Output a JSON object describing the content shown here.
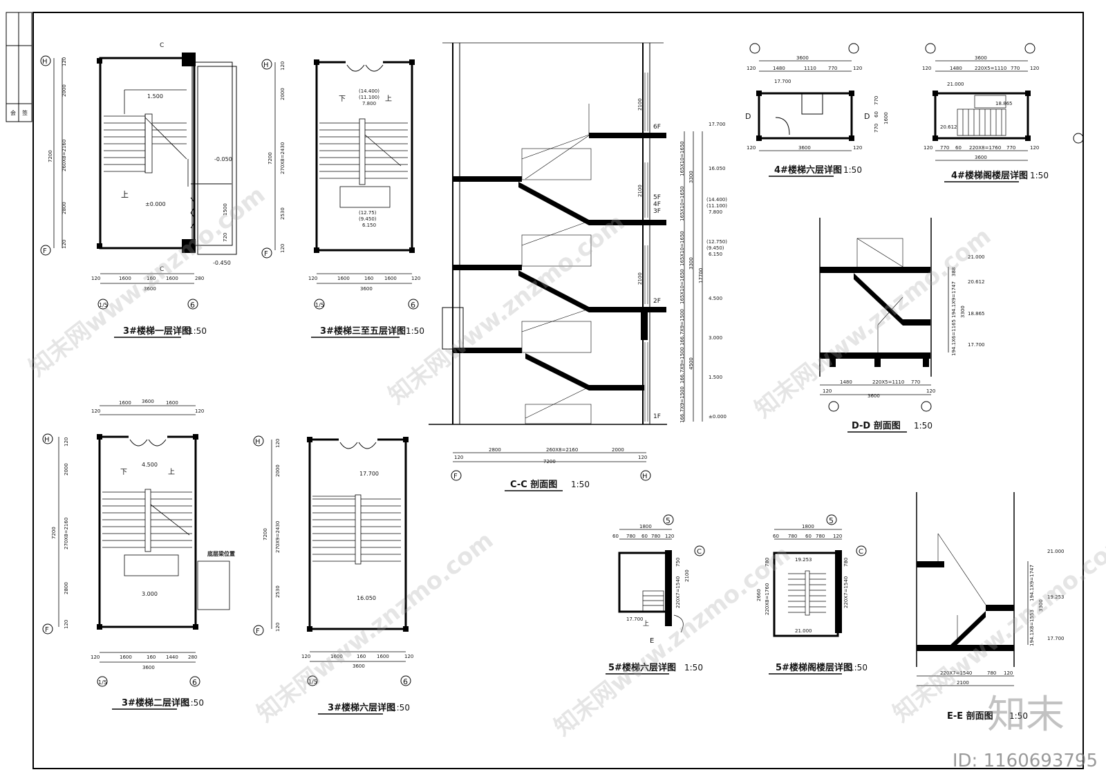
{
  "titles": {
    "t1": "3#楼梯一层详图",
    "t1s": "1:50",
    "t2": "3#楼梯三至五层详图",
    "t2s": "1:50",
    "t3": "3#楼梯二层详图",
    "t3s": "1:50",
    "t4": "3#楼梯六层详图",
    "t4s": "1:50",
    "t5": "C-C 剖面图",
    "t5s": "1:50",
    "t6": "4#楼梯六层详图",
    "t6s": "1:50",
    "t7": "4#楼梯阁楼层详图",
    "t7s": "1:50",
    "t8": "D-D 剖面图",
    "t8s": "1:50",
    "t9": "5#楼梯六层详图",
    "t9s": "1:50",
    "t10": "5#楼梯阁楼层详图",
    "t10s": "1:50",
    "t11": "E-E 剖面图",
    "t11s": "1:50"
  },
  "axes": {
    "H": "H",
    "F": "F",
    "C": "C",
    "D": "D",
    "E": "E",
    "a15": "1/5",
    "a6": "6",
    "a5": "5"
  },
  "plan1": {
    "dims_left": [
      "120",
      "2000",
      "260X8=2160",
      "2800",
      "120",
      "7200"
    ],
    "dims_bottom": [
      "120",
      "1600",
      "160",
      "1600",
      "280",
      "3600"
    ],
    "dims_door": [
      "1500",
      "720"
    ],
    "levels": [
      "1.500",
      "-0.050",
      "±0.000",
      "-0.450"
    ],
    "up": "上"
  },
  "plan2": {
    "dims_left": [
      "120",
      "2000",
      "270X8=2430",
      "2530",
      "120",
      "7200"
    ],
    "dims_bottom": [
      "120",
      "1600",
      "160",
      "1600",
      "120",
      "3600"
    ],
    "levels": [
      "(14.400)",
      "(11.100)",
      "7.800",
      "(12.75)",
      "(9.450)",
      "6.150"
    ],
    "down": "下",
    "up": "上"
  },
  "plan3": {
    "dims_top": [
      "120",
      "1600",
      "3600",
      "1600",
      "120"
    ],
    "dims_left": [
      "120",
      "2000",
      "270X8=2160",
      "2800",
      "120",
      "7200"
    ],
    "dims_bottom": [
      "120",
      "1600",
      "160",
      "1440",
      "280",
      "3600"
    ],
    "levels": [
      "4.500",
      "3.000"
    ],
    "note": "底层梁位置",
    "down": "下",
    "up": "上"
  },
  "plan4": {
    "dims_left": [
      "120",
      "2000",
      "270X9=2430",
      "2530",
      "120",
      "7200"
    ],
    "dims_bottom": [
      "120",
      "1600",
      "160",
      "1600",
      "120",
      "3600"
    ],
    "levels": [
      "17.700",
      "16.050"
    ]
  },
  "section_cc": {
    "floors": [
      "6F",
      "5F",
      "4F",
      "3F",
      "2F",
      "1F"
    ],
    "windows": [
      "2100",
      "2100",
      "2100"
    ],
    "levels": [
      "17.700",
      "16.050",
      "(14.400)",
      "(11.100)",
      "7.800",
      "(12.750)",
      "(9.450)",
      "6.150",
      "4.500",
      "3.000",
      "1.500",
      "±0.000"
    ],
    "dims_right": [
      "165X10=1650",
      "165X10=1650",
      "165X10=1650",
      "165X10=1650",
      "166.7X9=1500",
      "166.7X9=1500",
      "166.7X9=1500",
      "166.7X9=1500",
      "3300",
      "3300",
      "4500",
      "17700"
    ],
    "dims_bottom": [
      "120",
      "2800",
      "260X8=2160",
      "2000",
      "120",
      "7200"
    ]
  },
  "plan6": {
    "dims_top": [
      "3600",
      "120",
      "1480",
      "1110",
      "770",
      "120"
    ],
    "dims_right": [
      "770",
      "60",
      "770",
      "1600"
    ],
    "dims_bottom": [
      "120",
      "3600",
      "120"
    ],
    "levels": [
      "17.700"
    ]
  },
  "plan7": {
    "dims_top": [
      "3600",
      "120",
      "1480",
      "220X5=1110",
      "770",
      "120"
    ],
    "dims_bottom": [
      "120",
      "770",
      "60",
      "220X8=1760",
      "770",
      "120",
      "3600"
    ],
    "levels": [
      "21.000",
      "18.865",
      "20.612"
    ]
  },
  "section_dd": {
    "levels": [
      "21.000",
      "20.612",
      "18.865",
      "17.700"
    ],
    "dims_right": [
      "388",
      "194.1X9=1747",
      "194.1X6=1165",
      "3300"
    ],
    "dims_bottom": [
      "120",
      "1480",
      "220X5=1110",
      "770",
      "120",
      "3600"
    ]
  },
  "plan9": {
    "dims_top": [
      "1800",
      "60",
      "780",
      "60",
      "780",
      "120"
    ],
    "dims_right": [
      "750",
      "2100",
      "220X7=1540"
    ],
    "levels": [
      "17.700"
    ],
    "up": "上"
  },
  "plan10": {
    "dims_top": [
      "1800",
      "60",
      "780",
      "60",
      "780",
      "120"
    ],
    "dims_left": [
      "780",
      "2660",
      "220X8=1760"
    ],
    "dims_right": [
      "780",
      "220X7=1540"
    ],
    "levels": [
      "19.253",
      "21.000"
    ]
  },
  "section_ee": {
    "levels": [
      "21.000",
      "19.253",
      "17.700"
    ],
    "dims_right": [
      "194.1X9=1747",
      "3300",
      "194.1X8=1553"
    ],
    "dims_bottom": [
      "220X7=1540",
      "780",
      "120",
      "2100"
    ]
  },
  "side_stamp": [
    "会",
    "签"
  ],
  "brand": {
    "logo": "知末",
    "id": "ID: 1160693795",
    "watermark": "知末网www.znzmo.com"
  }
}
